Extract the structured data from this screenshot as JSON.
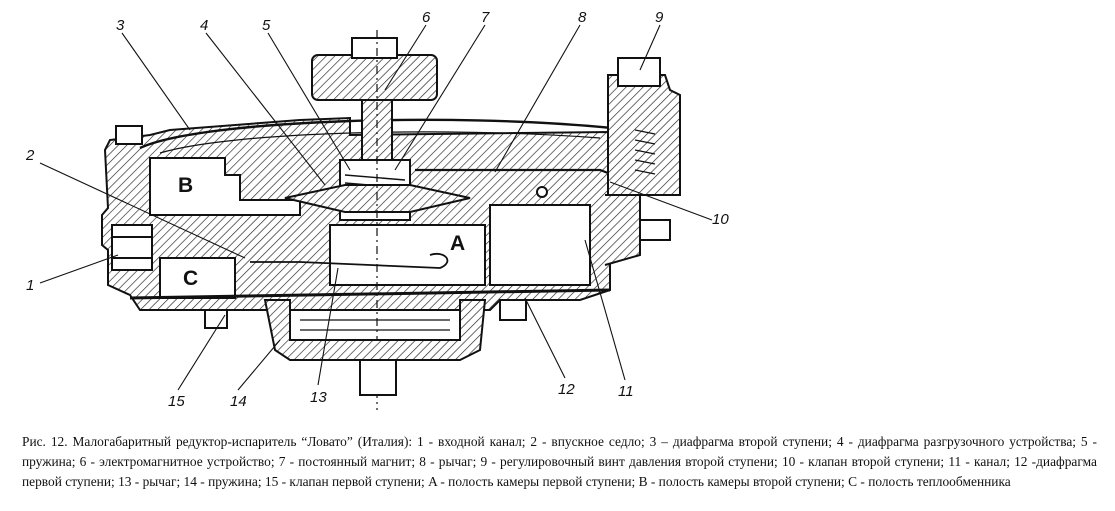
{
  "figure": {
    "callouts": [
      "1",
      "2",
      "3",
      "4",
      "5",
      "6",
      "7",
      "8",
      "9",
      "10",
      "11",
      "12",
      "13",
      "14",
      "15"
    ],
    "cavities": {
      "b": "B",
      "a": "A",
      "c": "C"
    }
  },
  "caption": "Рис. 12. Малогабаритный редуктор-испаритель “Ловато” (Италия): 1 - входной канал; 2 - впускное седло; 3 – диафрагма второй ступени; 4 - диафрагма разгрузочного устройства; 5 - пружина; 6 - электромагнитное устройство; 7 - постоянный магнит; 8 - рычаг; 9 - регулировочный винт давления второй ступени; 10 - клапан второй ступени; 11 - канал; 12 -диафрагма первой ступени; 13 - рычаг; 14 - пружина; 15 - клапан первой ступени; A - полость камеры первой ступени; B - полость камеры второй ступени; C - полость теплообменника"
}
